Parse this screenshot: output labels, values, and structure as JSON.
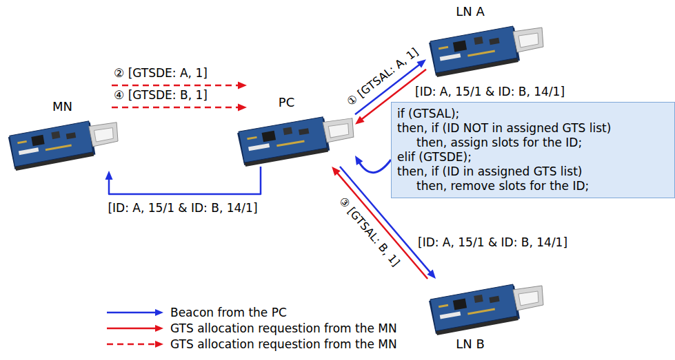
{
  "diagram": {
    "nodes": [
      {
        "text": [
          "LN A"
        ]
      },
      {
        "text": [
          "MN"
        ]
      },
      {
        "text": [
          "PC"
        ]
      },
      {
        "text": [
          "LN B"
        ]
      },
      {
        "text": [
          "if (GTSAL);",
          "then, if (ID NOT in assigned GTS list)",
          "then, assign slots for the ID;",
          "elif (GTSDE);",
          "then, if (ID in assigned GTS list)",
          "then, remove slots for the ID;"
        ]
      }
    ],
    "edges": [
      {
        "from": 2,
        "to": 0,
        "arrow": "to",
        "label": "[ID: A, 15/1 & ID: B, 14/1]"
      },
      {
        "from": 0,
        "to": 2,
        "arrow": "to",
        "label": "① [GTSAL: A, 1]"
      },
      {
        "from": 2,
        "to": 1,
        "arrow": "to",
        "label": "[ID: A, 15/1 & ID: B, 14/1]"
      },
      {
        "from": 2,
        "to": 3,
        "arrow": "to",
        "label": "[ID: A, 15/1 & ID: B, 14/1]"
      },
      {
        "from": 3,
        "to": 2,
        "arrow": "to",
        "label": "③ [GTSAL: B, 1]"
      },
      {
        "from": 4,
        "to": 2,
        "arrow": "to"
      }
    ],
    "labels": [
      "② [GTSDE: A, 1]",
      "④ [GTSDE: B, 1]"
    ],
    "legend": [
      {
        "text": "Beacon from the PC"
      },
      {
        "text": "GTS allocation requestion from the MN"
      },
      {
        "text": "GTS allocation requestion from the MN"
      }
    ]
  }
}
